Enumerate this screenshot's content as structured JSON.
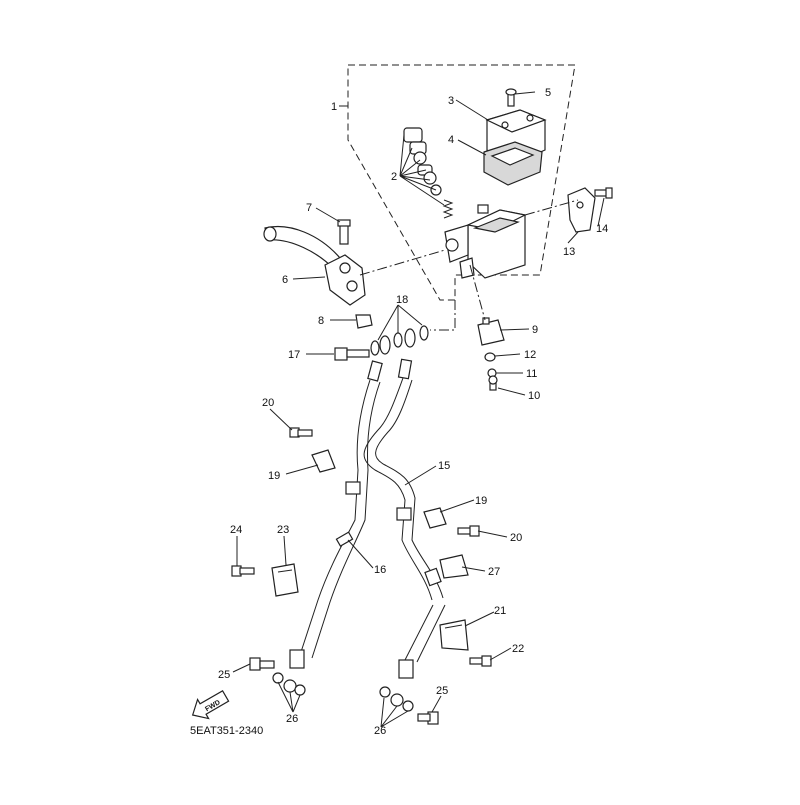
{
  "diagram_code": "5EAT351-2340",
  "fwd_label": "FWD",
  "callouts": {
    "c1": "1",
    "c2": "2",
    "c3": "3",
    "c4": "4",
    "c5": "5",
    "c6": "6",
    "c7": "7",
    "c8": "8",
    "c9": "9",
    "c10": "10",
    "c11": "11",
    "c12": "12",
    "c13": "13",
    "c14": "14",
    "c15": "15",
    "c16": "16",
    "c17": "17",
    "c18": "18",
    "c19a": "19",
    "c19b": "19",
    "c20a": "20",
    "c20b": "20",
    "c21": "21",
    "c22": "22",
    "c23": "23",
    "c24": "24",
    "c25a": "25",
    "c25b": "25",
    "c26a": "26",
    "c26b": "26",
    "c27": "27"
  }
}
